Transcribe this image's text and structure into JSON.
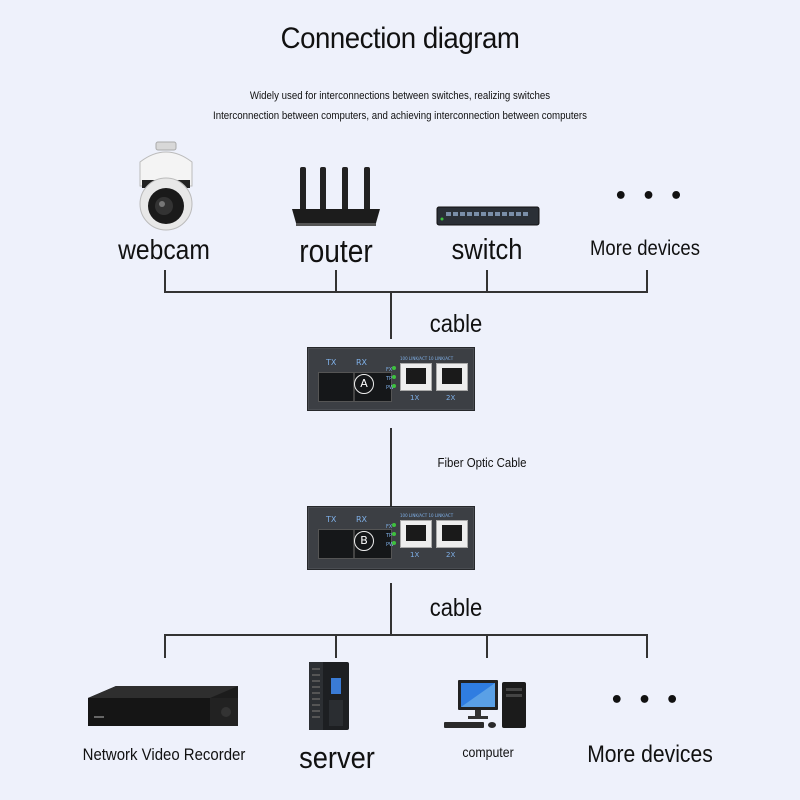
{
  "header": {
    "title": "Connection diagram",
    "subtitle_1": "Widely used for interconnections between switches, realizing switches",
    "subtitle_2": "Interconnection between computers, and achieving interconnection between computers"
  },
  "top_devices": [
    {
      "label": "webcam",
      "icon": "dome-camera-icon"
    },
    {
      "label": "router",
      "icon": "wifi-router-icon"
    },
    {
      "label": "switch",
      "icon": "network-switch-icon"
    },
    {
      "label": "More devices",
      "icon": "ellipsis-icon",
      "glyph": "• • •"
    }
  ],
  "bottom_devices": [
    {
      "label": "Network Video Recorder",
      "icon": "nvr-icon"
    },
    {
      "label": "server",
      "icon": "server-rack-icon"
    },
    {
      "label": "computer",
      "icon": "desktop-computer-icon"
    },
    {
      "label": "More devices",
      "icon": "ellipsis-icon",
      "glyph": "• • •"
    }
  ],
  "links": {
    "cable_top": "cable",
    "fiber": "Fiber Optic Cable",
    "cable_bottom": "cable"
  },
  "converters": [
    {
      "id": "A",
      "tx": "TX",
      "rx": "RX",
      "port_1": "1X",
      "port_2": "2X",
      "led_1": "100",
      "led_2": "LINK/ACT",
      "led_3": "10",
      "led_4": "LINK/ACT",
      "side_leds": [
        "FX",
        "TP",
        "PW"
      ]
    },
    {
      "id": "B",
      "tx": "TX",
      "rx": "RX",
      "port_1": "1X",
      "port_2": "2X",
      "led_1": "100",
      "led_2": "LINK/ACT",
      "led_3": "10",
      "led_4": "LINK/ACT",
      "side_leds": [
        "FX",
        "TP",
        "PW"
      ]
    }
  ],
  "colors": {
    "background": "#eef1fb",
    "line": "#333333",
    "converter": "#3c3f44",
    "led_green": "#3ec13e",
    "port_blue": "#5aa0e6"
  }
}
